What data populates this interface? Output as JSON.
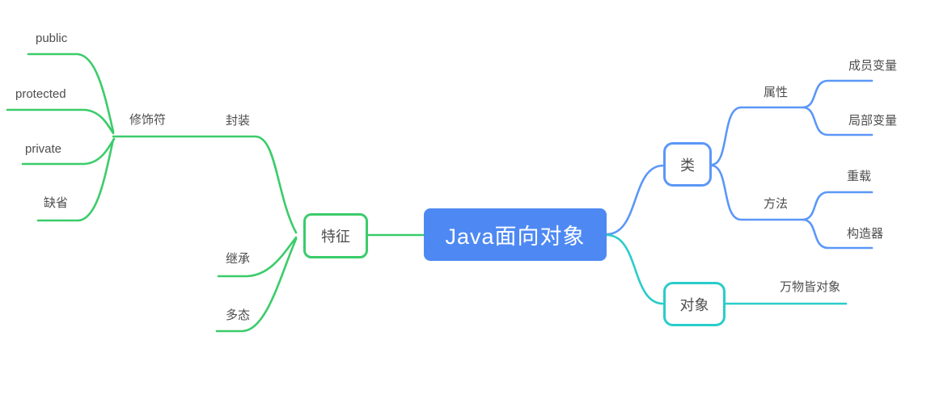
{
  "mindmap": {
    "root": {
      "label": "Java面向对象"
    },
    "left_branch": {
      "label": "特征",
      "children": [
        {
          "label": "封装",
          "children": [
            {
              "label": "修饰符",
              "children": [
                {
                  "label": "public"
                },
                {
                  "label": "protected"
                },
                {
                  "label": "private"
                },
                {
                  "label": "缺省"
                }
              ]
            }
          ]
        },
        {
          "label": "继承"
        },
        {
          "label": "多态"
        }
      ]
    },
    "right_branches": [
      {
        "label": "类",
        "children": [
          {
            "label": "属性",
            "children": [
              {
                "label": "成员变量"
              },
              {
                "label": "局部变量"
              }
            ]
          },
          {
            "label": "方法",
            "children": [
              {
                "label": "重载"
              },
              {
                "label": "构造器"
              }
            ]
          }
        ]
      },
      {
        "label": "对象",
        "children": [
          {
            "label": "万物皆对象"
          }
        ]
      }
    ],
    "colors": {
      "branch_green": "#3acc6a",
      "branch_blue": "#5b97f8",
      "branch_teal": "#2accca",
      "root_fill": "#4e89f3",
      "text": "#4d4d4d"
    }
  }
}
